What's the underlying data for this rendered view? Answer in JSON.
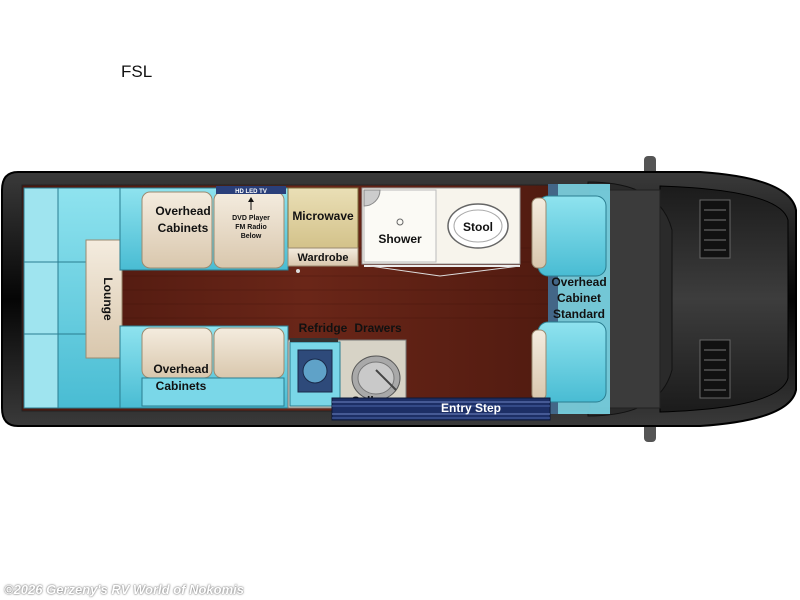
{
  "floorplan": {
    "model": "FSL",
    "copyright": "©2026 Gerzeny's RV World of Nokomis",
    "labels": {
      "overhead_top_1": "Overhead",
      "overhead_top_2": "Cabinets",
      "tv": "HD LED TV",
      "dvd_1": "DVD Player",
      "dvd_2": "FM Radio",
      "dvd_3": "Below",
      "microwave": "Microwave",
      "wardrobe": "Wardrobe",
      "shower": "Shower",
      "stool": "Stool",
      "lounge": "Lounge",
      "refridge": "Refridge",
      "drawers": "Drawers",
      "overhead_bottom_1": "Overhead",
      "overhead_bottom_2": "Cabinets",
      "galley": "Galley",
      "entry_step": "Entry Step",
      "front_1": "Overhead",
      "front_2": "Cabinet",
      "front_3": "Standard"
    },
    "colors": {
      "floor": "#5a1f14",
      "seat": "#6fd3e3",
      "cabinet": "#efe3d0",
      "body": "#0c0c0c"
    }
  }
}
